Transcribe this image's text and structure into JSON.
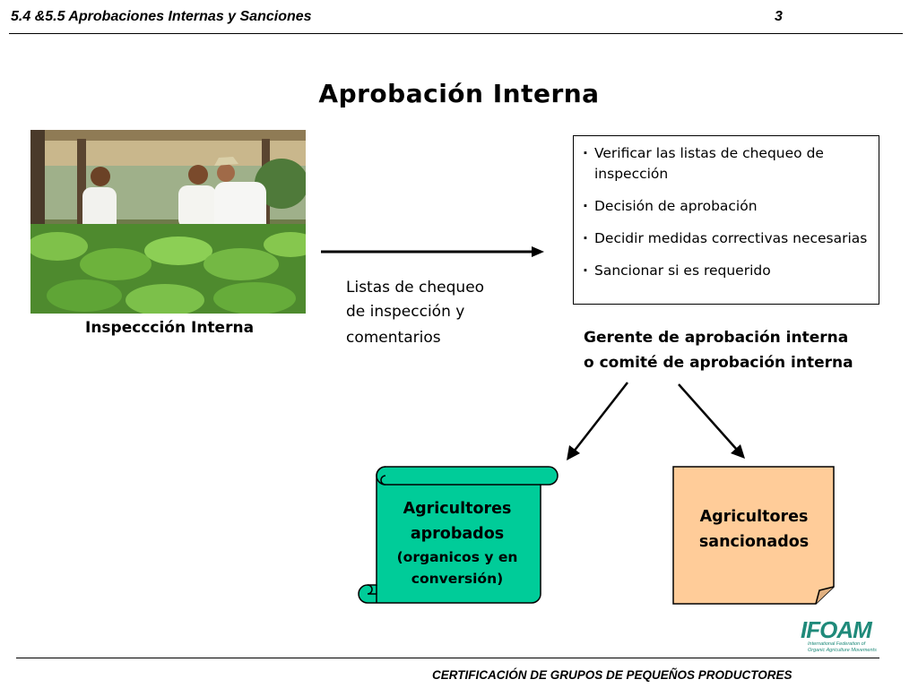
{
  "header": {
    "section_title": "5.4 &5.5 Aprobaciones Internas y Sanciones",
    "page_number": "3"
  },
  "title": "Aprobación Interna",
  "photo": {
    "caption": "Inspeccción Interna"
  },
  "flow_label": {
    "line1": "Listas de chequeo",
    "line2": "de inspección y",
    "line3": "comentarios"
  },
  "tasks": {
    "items": [
      "Verificar las listas de chequeo de inspección",
      "Decisión de aprobación",
      "Decidir medidas correctivas necesarias",
      "Sancionar si es requerido"
    ]
  },
  "manager": {
    "line1": "Gerente de aprobación interna",
    "line2": "o comité de aprobación interna"
  },
  "approved": {
    "line1": "Agricultores",
    "line2": "aprobados",
    "line3": "(organicos y en",
    "line4": "conversión)",
    "fill": "#00cc99"
  },
  "sanctioned": {
    "line1": "Agricultores",
    "line2": "sancionados",
    "fill": "#ffcc99"
  },
  "logo": {
    "wordmark": "IFOAM",
    "tagline1": "International Federation of",
    "tagline2": "Organic Agriculture Movements",
    "color": "#1f8a7a"
  },
  "footer": {
    "text": "CERTIFICACIÓN DE GRUPOS DE PEQUEÑOS PRODUCTORES"
  }
}
